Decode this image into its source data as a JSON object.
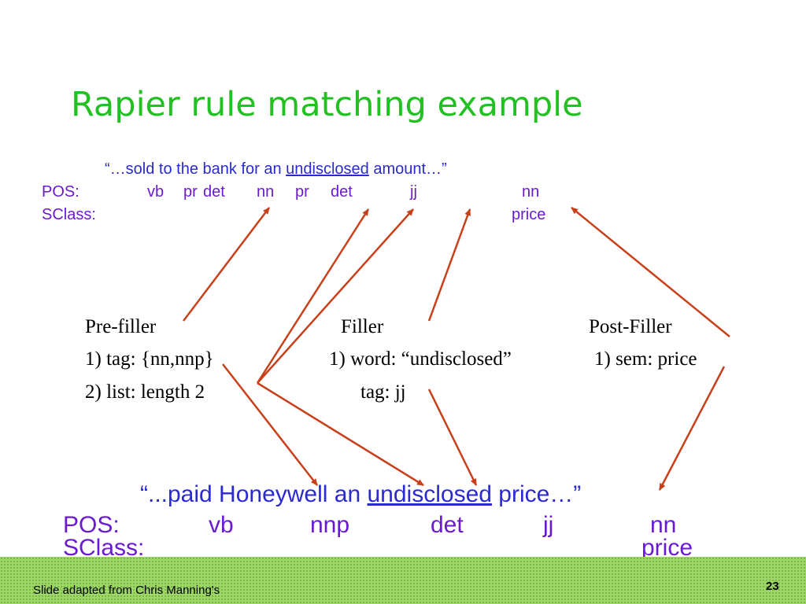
{
  "title": "Rapier rule matching example",
  "top_example": {
    "quote_open": "“…sold to the bank for an ",
    "quote_word": "undisclosed",
    "quote_close": " amount…”",
    "pos_label": "POS:",
    "pos_tags": [
      "vb",
      "pr",
      "det",
      "nn",
      "pr",
      "det",
      "jj",
      "nn"
    ],
    "sclass_label": "SClass:",
    "sclass_value": "price"
  },
  "rule": {
    "pre_filler_header": "Pre-filler",
    "filler_header": "Filler",
    "post_filler_header": "Post-Filler",
    "pre_1": "1) tag: {nn,nnp}",
    "pre_2": "2) list: length 2",
    "filler_1": "1) word: “undisclosed”",
    "filler_2": "tag: jj",
    "post_1": "1) sem: price"
  },
  "bottom_example": {
    "quote_open": "“...paid Honeywell an ",
    "quote_word": "undisclosed",
    "quote_close": " price…”",
    "pos_label": "POS:",
    "pos_tags": [
      "vb",
      "nnp",
      "det",
      "jj",
      "nn"
    ],
    "sclass_label": "SClass:",
    "sclass_value": "price"
  },
  "footer": {
    "credit": "Slide adapted from Chris Manning's",
    "page_number": "23"
  },
  "colors": {
    "title": "#22c022",
    "quote": "#2a2ad0",
    "tags": "#6a1ad0",
    "arrow": "#c8401a",
    "footer_bg": "#9fd66a"
  }
}
